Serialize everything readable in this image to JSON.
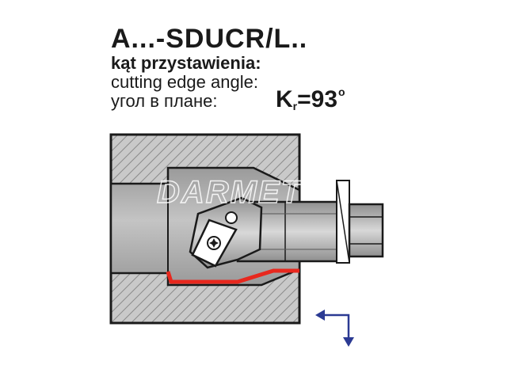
{
  "title": {
    "code": "A...-SDUCR/L..",
    "line_pl": "kąt przystawienia:",
    "line_en": "cutting edge angle:",
    "line_ru": "угол в плане:"
  },
  "angle": {
    "symbol": "K",
    "subscript": "r",
    "value": "=93",
    "unit": "o"
  },
  "watermark": "DARMET",
  "colors": {
    "outline": "#1a1a1a",
    "hatch_fill": "#c9c9c9",
    "bore_gray": "#a8a8a8",
    "bar_gray": "#a0a0a0",
    "cut_path": "#e8281e",
    "arrow": "#2b3a93",
    "insert": "#ffffff"
  },
  "icons": {
    "feed_direction": "corner-arrow-icon",
    "insert_screw": "screw-icon"
  }
}
